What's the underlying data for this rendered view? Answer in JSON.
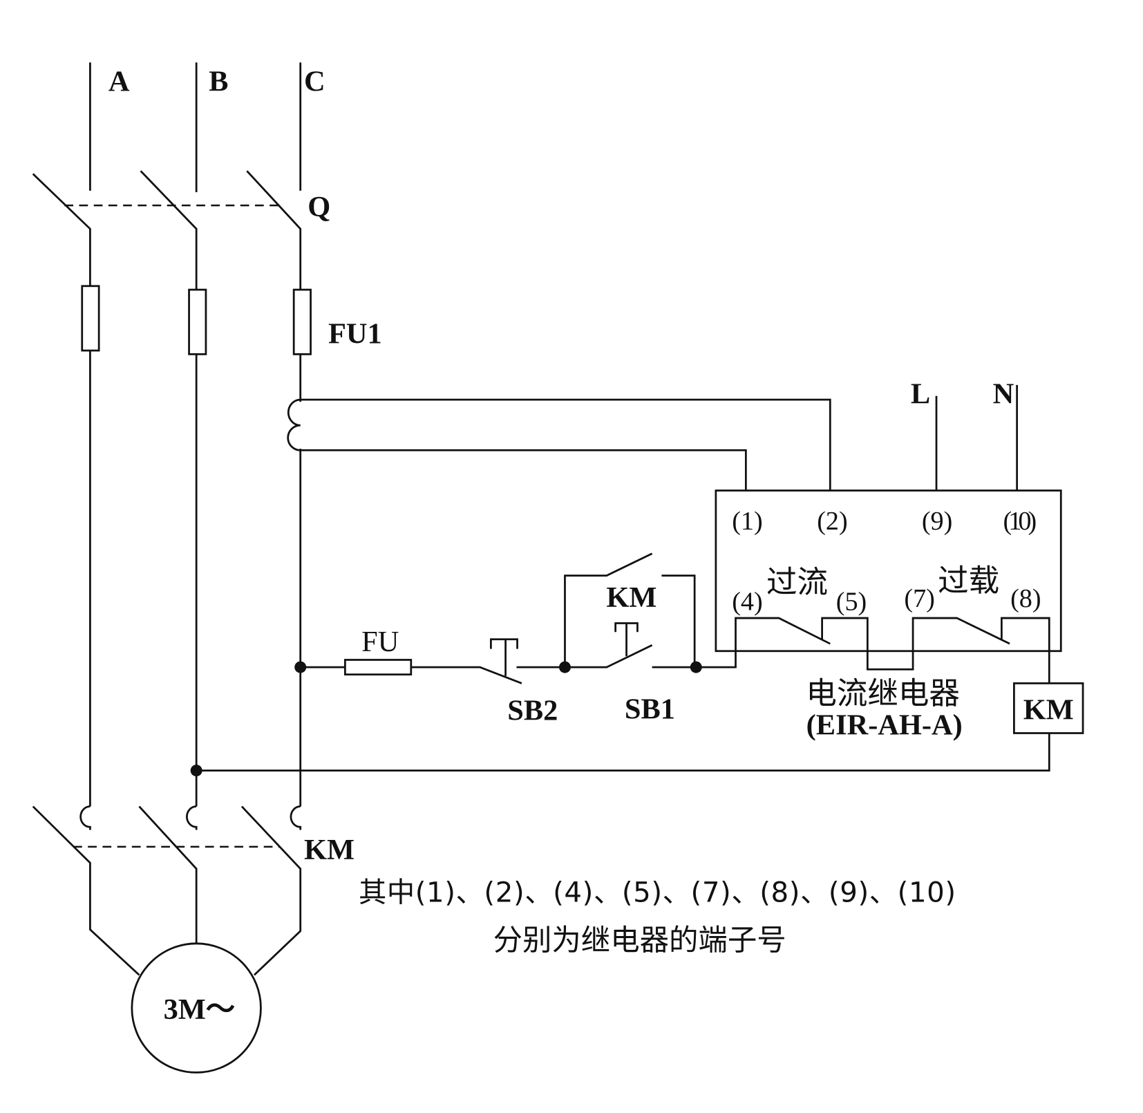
{
  "phases": {
    "a": "A",
    "b": "B",
    "c": "C"
  },
  "labels": {
    "q": "Q",
    "fu1": "FU1",
    "l": "L",
    "n": "N",
    "fu": "FU",
    "sb2": "SB2",
    "sb1": "SB1",
    "km_hold": "KM",
    "km_coil": "KM",
    "km_main": "KM",
    "motor": "3M～"
  },
  "relay": {
    "name": "电流继电器",
    "model": "(EIR-AH-A)",
    "terminals": {
      "t1": "(1)",
      "t2": "(2)",
      "t9": "(9)",
      "t10": "(10)",
      "t4": "(4)",
      "t5": "(5)",
      "t7": "(7)",
      "t8": "(8)"
    },
    "overcurrent": "过流",
    "overload": "过载"
  },
  "note": {
    "line1": "其中(1)、(2)、(4)、(5)、(7)、(8)、(9)、(10)",
    "line2": "分别为继电器的端子号"
  }
}
